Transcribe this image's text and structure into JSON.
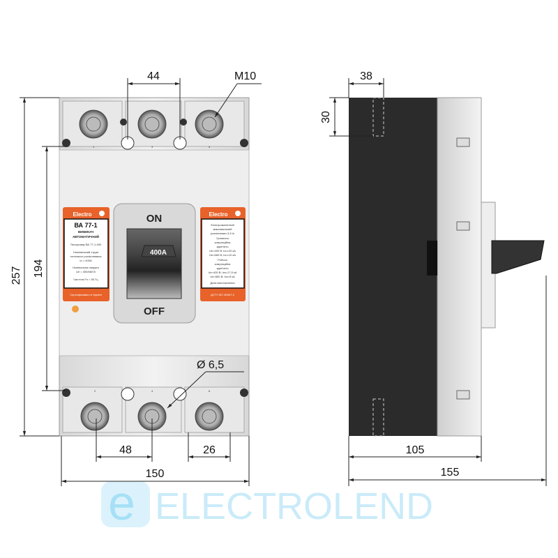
{
  "dimensions": {
    "front": {
      "pitch_top": "44",
      "thread": "M10",
      "height_total": "257",
      "height_mount": "194",
      "hole": "Ø 6,5",
      "pitch_bottom": "48",
      "terminal_width": "26",
      "width_total": "150"
    },
    "side": {
      "top_offset": "38",
      "top_depth": "30",
      "depth_body": "105",
      "depth_total": "155"
    }
  },
  "breaker": {
    "on_label": "ON",
    "off_label": "OFF",
    "rating": "400A",
    "terminal_numbers_top": [
      "1",
      "3",
      "5"
    ],
    "terminal_numbers_bottom": [
      "2",
      "4",
      "6"
    ],
    "left_label": {
      "brand": "Electro",
      "model": "ВА 77-1",
      "type_line1": "ВИМИКАЧ",
      "type_line2": "АВТОМАТИЧНИЙ",
      "lines": [
        "Типорозмір ВА 77-1-400",
        "Номінальний струм",
        "теплового розчіплювача",
        "In = 400A",
        "Номінальна напруга",
        "Ue = 400/660 В",
        "Частота Fn = 50 Гц"
      ],
      "footer": "Сертифіковано в Україні"
    },
    "right_label": {
      "brand": "Electro",
      "lines": [
        "Електромагнітний",
        "максимальний",
        "розчіплювач 3-5 In",
        "Гранична",
        "комутаційна",
        "здатність",
        "Ue=400 В; Icu=20 кА",
        "Ue=660 В; Icu=10 кА",
        "Робоча",
        "комутаційна",
        "здатність",
        "Ue=400 В; Ics=17,5 кА",
        "Ue=660 В; Ics=5 кА",
        "Дата виготовлення"
      ],
      "footer": "ДСТУ IEC 60947-2"
    }
  },
  "watermark": {
    "letter": "e",
    "text": "ELECTROLEND"
  },
  "colors": {
    "orange": "#e8622a",
    "dark_body": "#2b2b2b",
    "light_body": "#e6e6e6",
    "watermark": "#9fdcf5"
  }
}
